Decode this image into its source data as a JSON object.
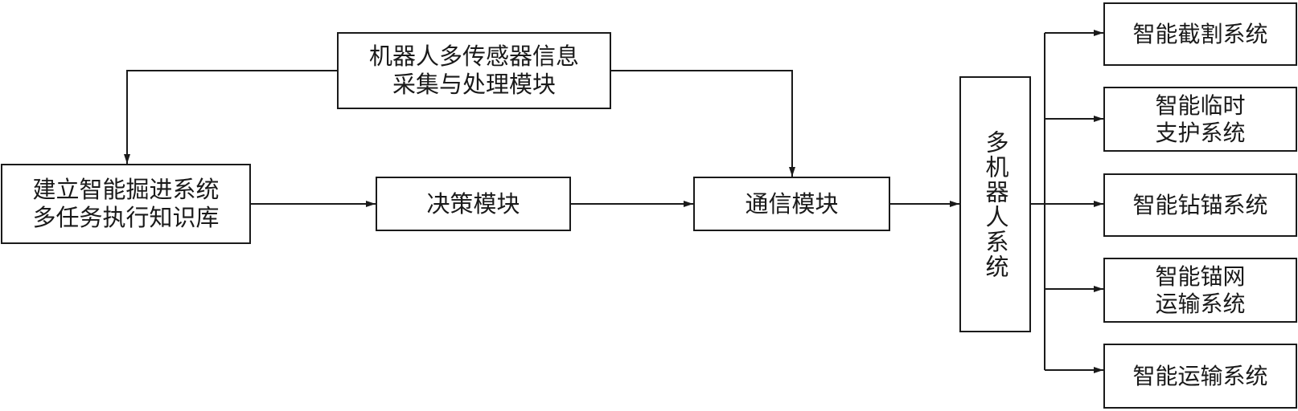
{
  "diagram": {
    "sensor_module": {
      "lines": [
        "机器人多传感器信息",
        "采集与处理模块"
      ]
    },
    "knowledge_base": {
      "lines": [
        "建立智能掘进系统",
        "多任务执行知识库"
      ]
    },
    "decision_module": {
      "lines": [
        "决策模块"
      ]
    },
    "comm_module": {
      "lines": [
        "通信模块"
      ]
    },
    "multi_robot": {
      "label": "多机器人系统"
    },
    "subsystems": [
      {
        "lines": [
          "智能截割系统"
        ]
      },
      {
        "lines": [
          "智能临时",
          "支护系统"
        ]
      },
      {
        "lines": [
          "智能钻锚系统"
        ]
      },
      {
        "lines": [
          "智能锚网",
          "运输系统"
        ]
      },
      {
        "lines": [
          "智能运输系统"
        ]
      }
    ]
  }
}
